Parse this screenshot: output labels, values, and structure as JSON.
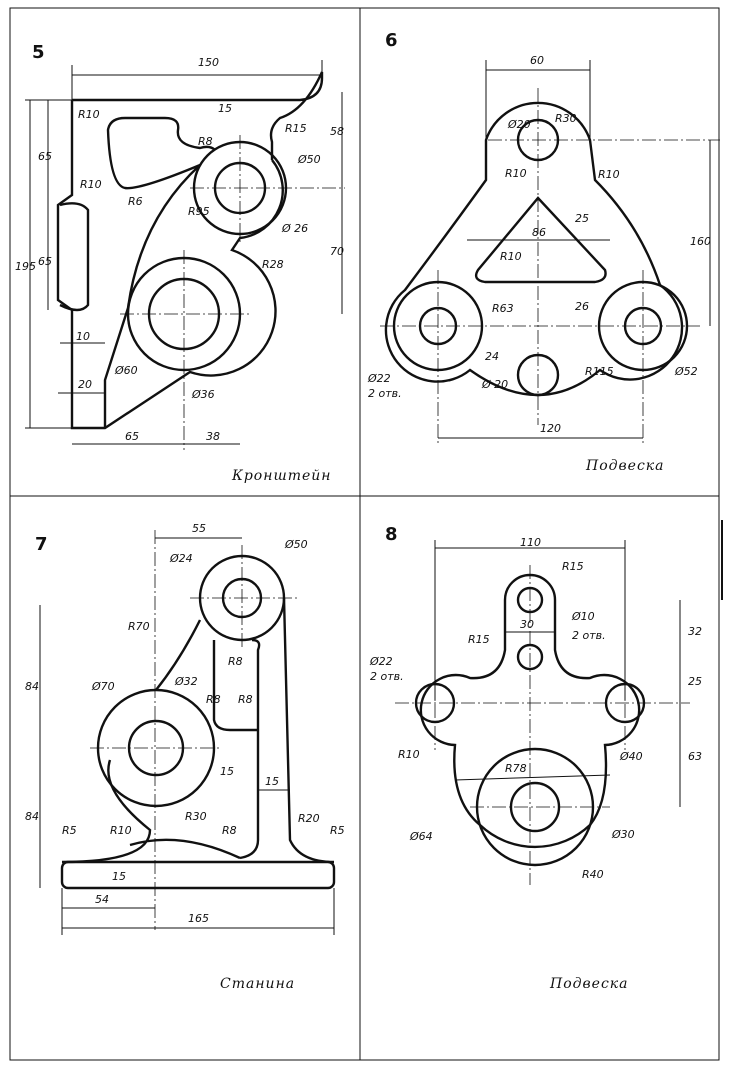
{
  "panels": [
    {
      "number": "5",
      "caption": "Кронштейн",
      "dims": [
        "150",
        "R10",
        "R8",
        "15",
        "58",
        "R15",
        "Ø50",
        "65",
        "195",
        "65",
        "R10",
        "R6",
        "R95",
        "Ø 26",
        "R28",
        "70",
        "10",
        "20",
        "Ø60",
        "Ø36",
        "65",
        "38"
      ]
    },
    {
      "number": "6",
      "caption": "Подвеска",
      "dims": [
        "60",
        "Ø20",
        "R30",
        "R10",
        "R10",
        "25",
        "86",
        "160",
        "R10",
        "R63",
        "26",
        "R115",
        "24",
        "Ø22",
        "2 отв.",
        "Ø 20",
        "Ø52",
        "120"
      ]
    },
    {
      "number": "7",
      "caption": "Станина",
      "dims": [
        "55",
        "Ø24",
        "Ø50",
        "R70",
        "R8",
        "84",
        "Ø70",
        "Ø32",
        "R8",
        "R8",
        "15",
        "15",
        "84",
        "R30",
        "R8",
        "R20",
        "R5",
        "R10",
        "R5",
        "15",
        "54",
        "165"
      ]
    },
    {
      "number": "8",
      "caption": "Подвеска",
      "dims": [
        "110",
        "R15",
        "Ø10",
        "2 отв.",
        "30",
        "32",
        "R15",
        "Ø22",
        "2 отв.",
        "25",
        "R10",
        "Ø40",
        "R78",
        "63",
        "Ø64",
        "Ø30",
        "R40"
      ]
    }
  ]
}
